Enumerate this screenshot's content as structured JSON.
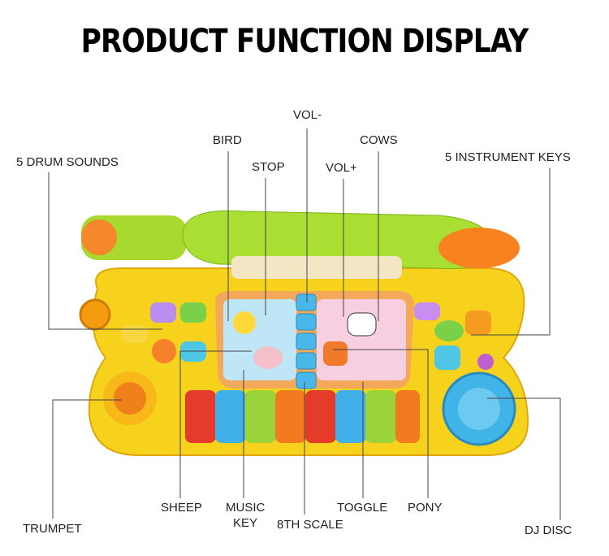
{
  "title": "PRODUCT FUNCTION DISPLAY",
  "labels": {
    "drum": "5 DRUM SOUNDS",
    "bird": "BIRD",
    "stop": "STOP",
    "vol_minus": "VOL-",
    "vol_plus": "VOL+",
    "cows": "COWS",
    "instrument": "5 INSTRUMENT KEYS",
    "sheep": "SHEEP",
    "music_key_1": "MUSIC",
    "music_key_2": "KEY",
    "eighth_scale": "8TH SCALE",
    "toggle": "TOGGLE",
    "pony": "PONY",
    "trumpet": "TRUMPET",
    "dj_disc": "DJ DISC"
  },
  "colors": {
    "body": "#f7d21c",
    "green": "#9bd62a",
    "screen": "#f4a95a",
    "line": "#444444"
  }
}
